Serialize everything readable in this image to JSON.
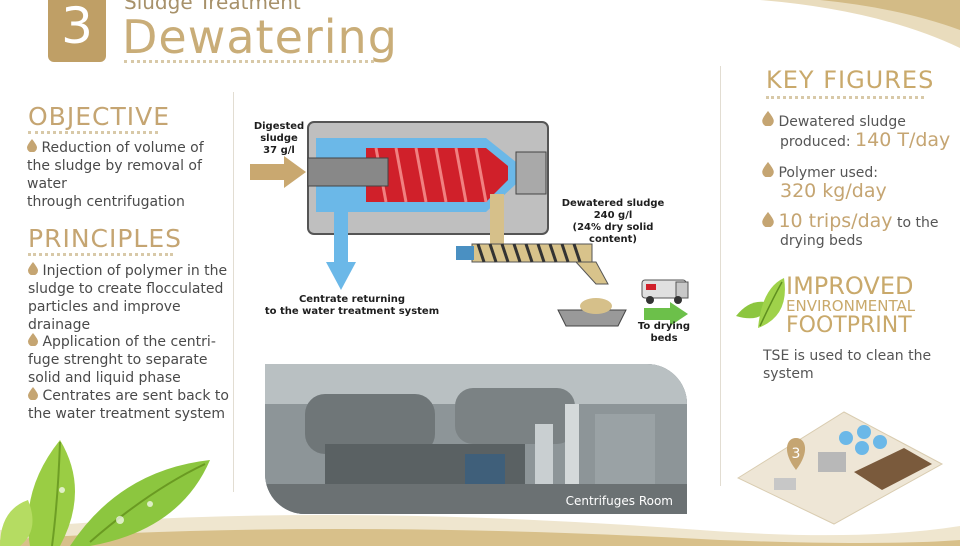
{
  "header": {
    "step_number": "3",
    "pretitle": "Sludge Treatment",
    "title": "Dewatering"
  },
  "objective": {
    "title": "OBJECTIVE",
    "text": [
      "Reduction of volume of",
      "the sludge by removal of water",
      "through centrifugation"
    ]
  },
  "principles": {
    "title": "PRINCIPLES",
    "items": [
      [
        "Injection of polymer in the",
        "sludge to create flocculated",
        "particles and improve",
        "drainage"
      ],
      [
        "Application of the centri-",
        "fuge strenght to separate",
        "solid and liquid phase"
      ],
      [
        "Centrates are sent back to",
        "the water treatment system"
      ]
    ]
  },
  "diagram": {
    "input_label": [
      "Digested",
      "sludge",
      "37 g/l"
    ],
    "dewatered_label": [
      "Dewatered sludge",
      "240 g/l",
      "(24% dry solid content)"
    ],
    "centrate_label": [
      "Centrate returning",
      "to the water treatment system"
    ],
    "drying_label": "To drying beds"
  },
  "photo": {
    "caption": "Centrifuges Room"
  },
  "key_figures": {
    "title": "KEY FIGURES",
    "item1_text": [
      "Dewatered sludge",
      "produced: "
    ],
    "item1_value": "140 T/day",
    "item2_text": "Polymer used:",
    "item2_value": "320 kg/day",
    "item3_value": "10 trips/day",
    "item3_text": [
      " to the",
      "drying beds"
    ]
  },
  "footprint": {
    "title": [
      "IMPROVED",
      "ENVIRONMENTAL",
      "FOOTPRINT"
    ],
    "text": [
      "TSE is used to clean the",
      "system"
    ]
  },
  "map": {
    "marker": "3"
  },
  "colors": {
    "gold": "#c5a572",
    "centrate_blue": "#4da3df",
    "sludge_red": "#d0202a",
    "leaf_green": "#8cc63f"
  }
}
